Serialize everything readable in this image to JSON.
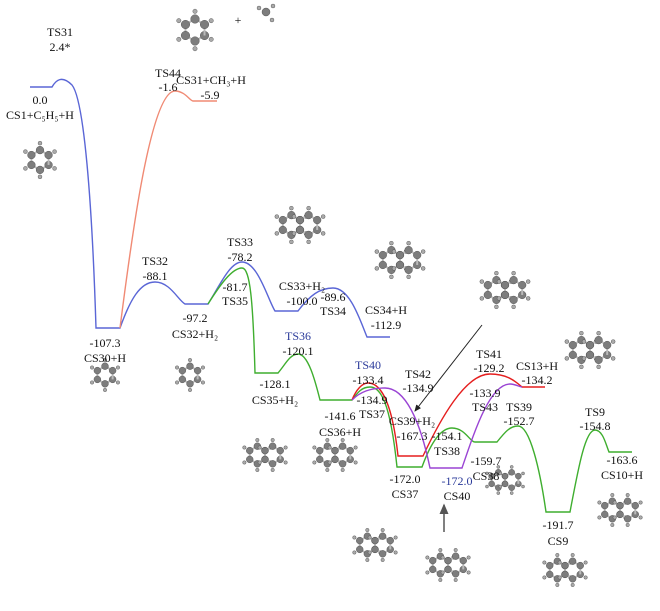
{
  "colors": {
    "path_blue": "#5a66d6",
    "path_salmon": "#f08a74",
    "path_green": "#3fae2f",
    "path_red": "#e51e1e",
    "path_purple": "#9a44d4",
    "arrow": "#222222"
  },
  "species": {
    "cs1": {
      "label": "CS1+C₅H₅+H",
      "energy": "0.0"
    },
    "ts31": {
      "label": "TS31",
      "energy": "2.4*"
    },
    "ts44": {
      "label": "TS44",
      "energy": "-1.6"
    },
    "cs31": {
      "label": "CS31+CH₃+H",
      "energy": "-5.9"
    },
    "cs30": {
      "label": "CS30+H",
      "energy": "-107.3"
    },
    "ts32": {
      "label": "TS32",
      "energy": "-88.1"
    },
    "cs32": {
      "label": "CS32+H₂",
      "energy": "-97.2"
    },
    "ts33": {
      "label": "TS33",
      "energy": "-78.2"
    },
    "ts35": {
      "label": "TS35",
      "energy": "-81.7"
    },
    "cs33": {
      "label": "CS33+H₂",
      "energy": "-100.0"
    },
    "ts34": {
      "label": "TS34",
      "energy": "-89.6"
    },
    "cs34": {
      "label": "CS34+H",
      "energy": "-112.9"
    },
    "ts36": {
      "label": "TS36",
      "energy": "-120.1"
    },
    "cs35": {
      "label": "CS35+H₂",
      "energy": "-128.1"
    },
    "cs36": {
      "label": "CS36+H",
      "energy": "-141.6"
    },
    "ts40": {
      "label": "TS40",
      "energy": "-133.4"
    },
    "ts37": {
      "label": "TS37",
      "energy": "-134.9"
    },
    "ts42": {
      "label": "TS42",
      "energy": "-134.9"
    },
    "cs39": {
      "label": "CS39+H₂",
      "energy": "-167.3"
    },
    "ts41": {
      "label": "TS41",
      "energy": "-129.2"
    },
    "cs13": {
      "label": "CS13+H",
      "energy": "-134.2"
    },
    "ts43": {
      "label": "TS43",
      "energy": "-133.9"
    },
    "ts39": {
      "label": "TS39",
      "energy": "-152.7"
    },
    "ts9": {
      "label": "TS9",
      "energy": "-154.8"
    },
    "ts38": {
      "label": "TS38",
      "energy": "-154.1"
    },
    "cs38": {
      "label": "CS38",
      "energy": "-159.7"
    },
    "cs37": {
      "label": "CS37",
      "energy": "-172.0"
    },
    "cs40": {
      "label": "CS40",
      "energy": "-172.0"
    },
    "cs9": {
      "label": "CS9",
      "energy": "-191.7"
    },
    "cs10": {
      "label": "CS10+H",
      "energy": "-163.6"
    }
  },
  "plus_sign": "+"
}
